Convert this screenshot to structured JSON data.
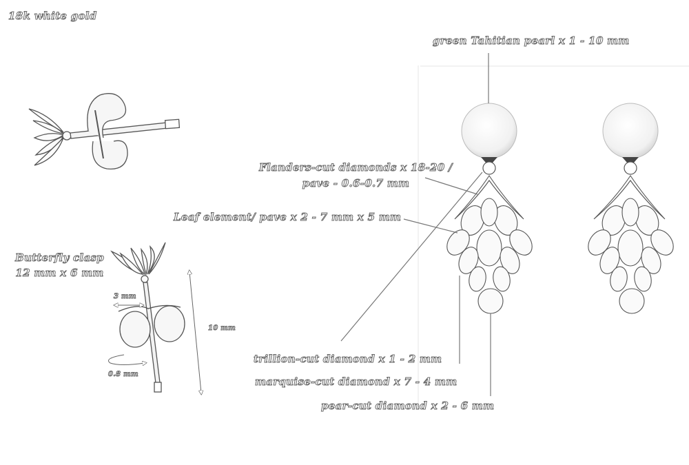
{
  "sheet": {
    "material": "18k white gold",
    "background_color": "#ffffff",
    "ink_color": "#6a6a6a"
  },
  "callouts": {
    "pearl": "green Tahitian pearl x 1 - 10 mm",
    "flanders_line1": "Flanders-cut diamonds x 18-20 /",
    "flanders_line2": "pave - 0.6-0.7 mm",
    "leaf": "Leaf element/ pave x 2 - 7 mm x 5 mm",
    "trillion": "trillion-cut diamond x 1 - 2 mm",
    "marquise": "marquise-cut diamond x 7 - 4 mm",
    "pear": "pear-cut diamond x 2 - 6 mm"
  },
  "clasp": {
    "title_line1": "Butterfly clasp",
    "title_line2": "12 mm x 6 mm",
    "width_dim": "3 mm",
    "height_dim": "10 mm",
    "post_dim": "0.8 mm"
  },
  "views": [
    {
      "name": "clasp-side-view"
    },
    {
      "name": "clasp-front-view"
    },
    {
      "name": "earring-annotated"
    },
    {
      "name": "earring-plain"
    }
  ]
}
